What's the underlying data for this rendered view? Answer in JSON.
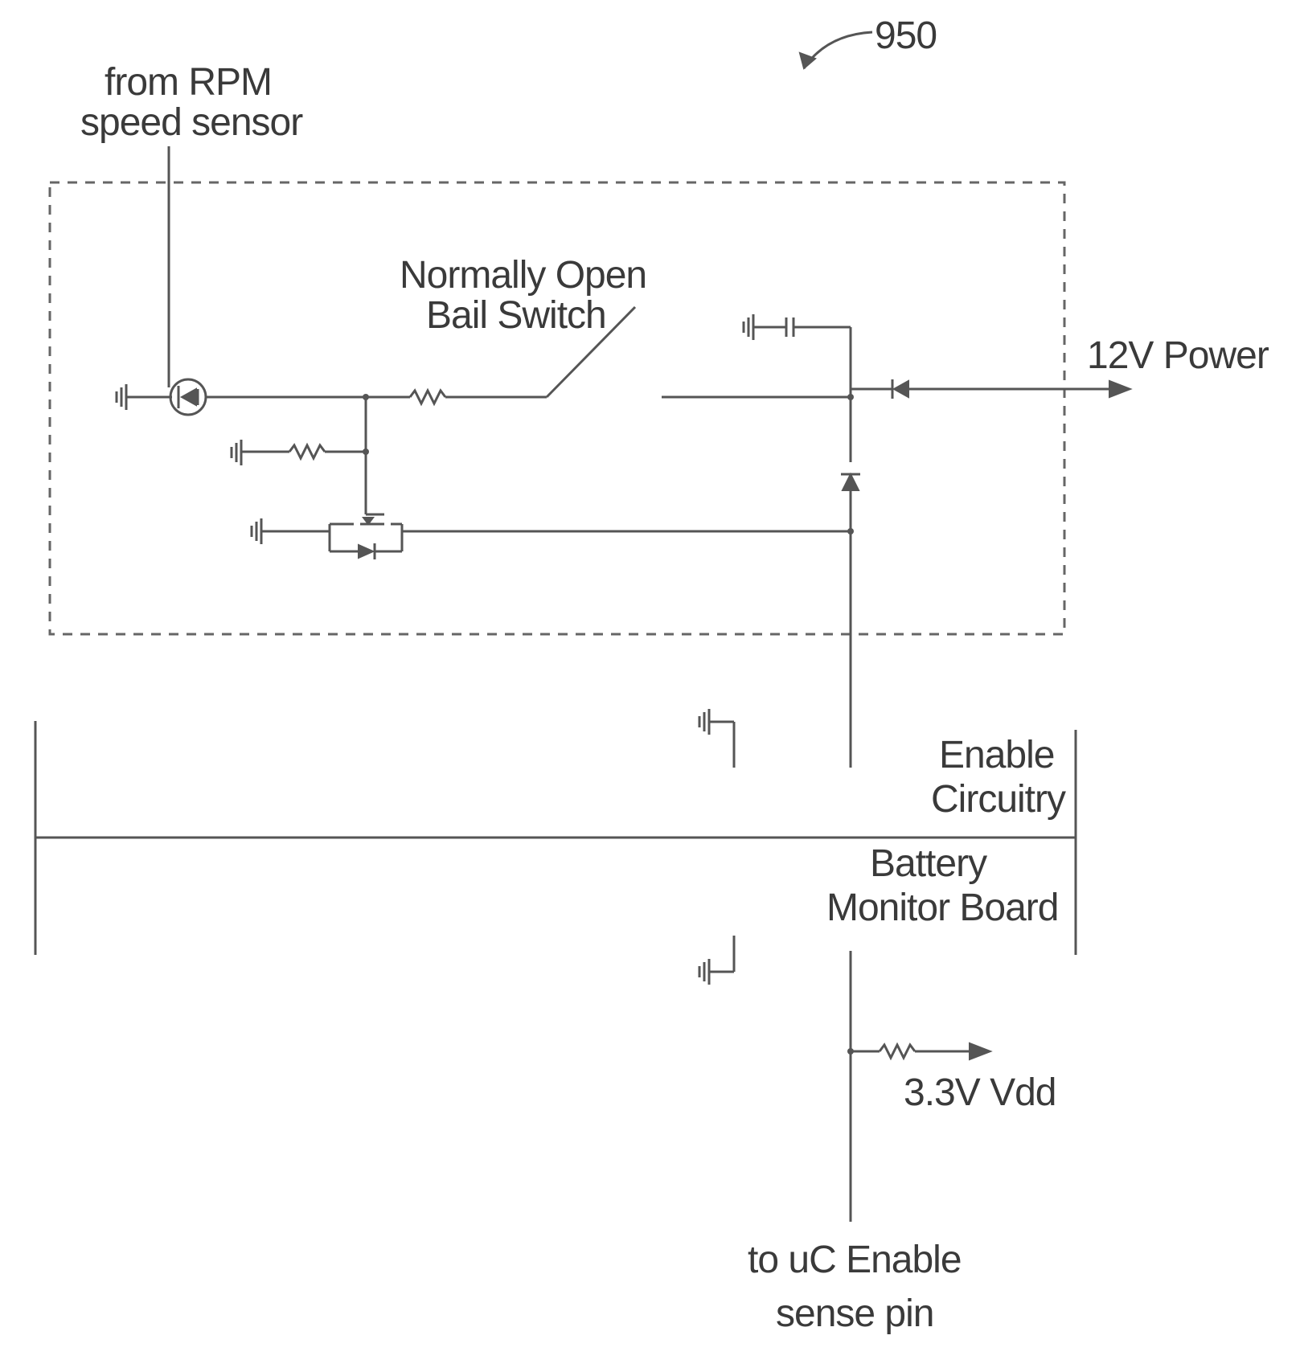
{
  "figure": {
    "reference": "950"
  },
  "labels": {
    "rpm_sensor_line1": "from RPM",
    "rpm_sensor_line2": "speed sensor",
    "bail_switch_line1": "Normally Open",
    "bail_switch_line2": "Bail Switch",
    "power_in": "12V Power",
    "enable_line1": "Enable",
    "enable_line2": "Circuitry",
    "battery_line1": "Battery",
    "battery_line2": "Monitor Board",
    "vdd": "3.3V Vdd",
    "uc_line1": "to uC Enable",
    "uc_line2": "sense pin"
  }
}
